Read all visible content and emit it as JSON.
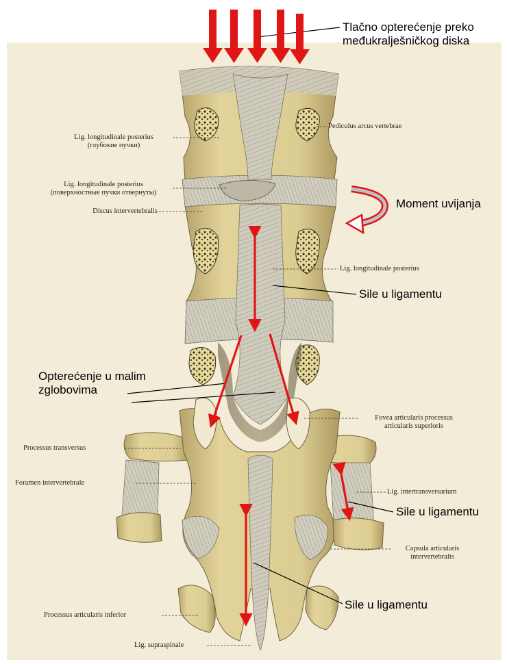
{
  "annotations": {
    "compression": [
      "Tlačno opterećenje preko",
      "međukralješničkog diska"
    ],
    "torsion": "Moment uvijanja",
    "ligament_force_1": "Sile u ligamentu",
    "facet_load": [
      "Opterećenje u malim",
      "zglobovima"
    ],
    "ligament_force_2": "Sile u ligamentu",
    "ligament_force_3": "Sile u ligamentu"
  },
  "anatomy_labels": {
    "lig_long_post_deep": [
      "Lig. longitudinale posterius",
      "(глубокие пучки)"
    ],
    "lig_long_post_superficial": [
      "Lig. longitudinale posterius",
      "(поверхностные пучки отвернуты)"
    ],
    "discus": "Discus intervertebralis",
    "pediculus": "Pediculus arcus vertebrae",
    "lig_long_post_right": "Lig. longitudinale posterius",
    "fovea": [
      "Fovea articularis processus",
      "articularis superioris"
    ],
    "proc_transversus": "Processus transversus",
    "foramen": "Foramen intervertebrale",
    "lig_intertrans": "Lig. intertransversarium",
    "capsula": [
      "Capsula articularis",
      "intervertebralis"
    ],
    "proc_art_inf": "Processus articularis inferior",
    "lig_supraspinale": "Lig. supraspinale"
  },
  "colors": {
    "arrow": "#e01515",
    "bone": "#d9c98a",
    "ligament": "#c9c6b8",
    "background": "#f3ecd9"
  }
}
